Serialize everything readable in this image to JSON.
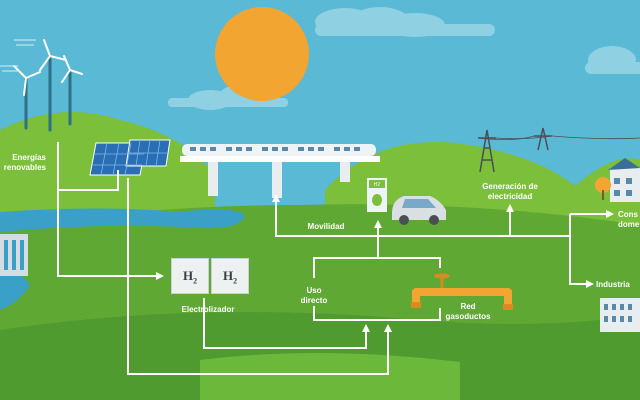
{
  "labels": {
    "energias_renovables": "Energías\nrenovables",
    "movilidad": "Movilidad",
    "generacion_electricidad": "Generación de\nelectricidad",
    "consumo_domestico": "Cons\ndome",
    "industria": "Industria",
    "electrolizador": "Electrolizador",
    "uso_directo": "Uso\ndirecto",
    "red_gasoductos": "Red\ngasoductos"
  },
  "tanks": {
    "left_symbol": "H",
    "right_symbol": "H",
    "subscript": "2"
  },
  "station_sign": "H2",
  "colors": {
    "sky": "#5ab9d4",
    "sun": "#f2a531",
    "hill": "#7bbf3a",
    "ground": "#4f9b2f",
    "river": "#3aa0c8",
    "flow_line": "#ffffff",
    "pipe": "#f2a531"
  }
}
